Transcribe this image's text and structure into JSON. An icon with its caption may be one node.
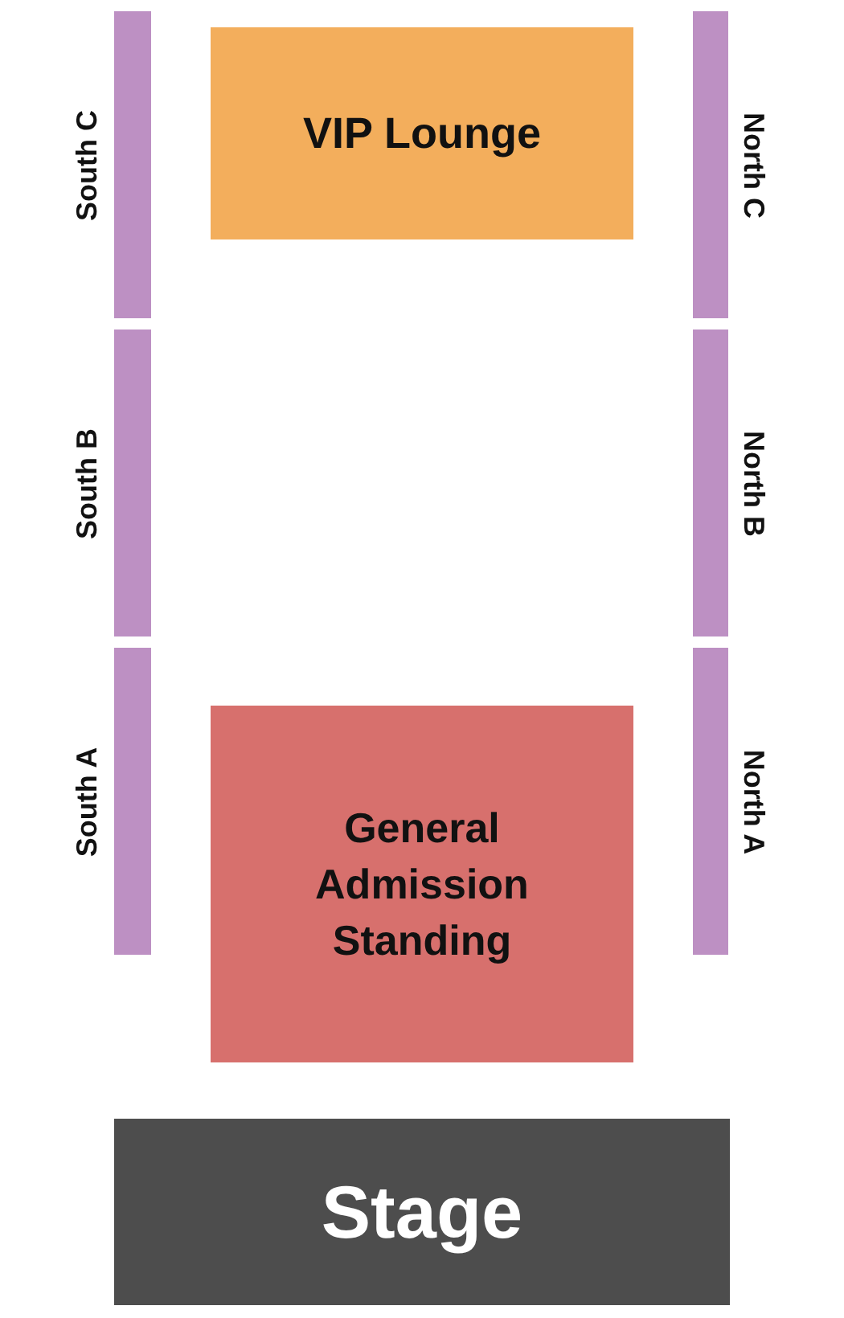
{
  "diagram": {
    "nodes": [
      {
        "text": [
          "South C"
        ]
      },
      {
        "text": [
          "VIP Lounge"
        ]
      },
      {
        "text": [
          "North C"
        ]
      },
      {
        "text": [
          "South B"
        ]
      },
      {
        "text": [
          "North B"
        ]
      },
      {
        "text": [
          "South A"
        ]
      },
      {
        "text": [
          "General Admission Standing"
        ]
      },
      {
        "text": [
          "North A"
        ]
      },
      {
        "text": [
          "Stage"
        ]
      }
    ]
  }
}
